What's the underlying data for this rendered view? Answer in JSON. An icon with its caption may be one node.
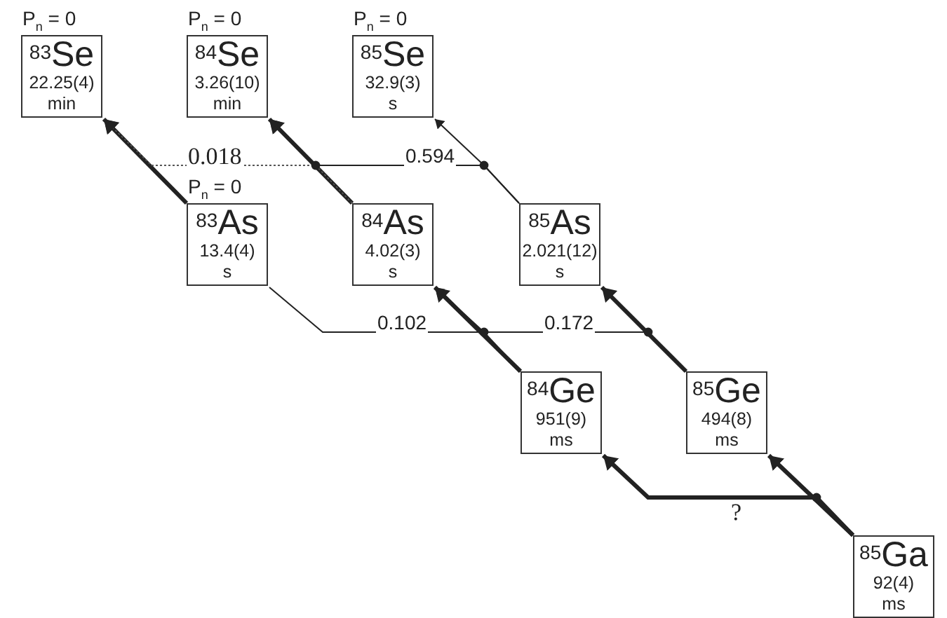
{
  "diagram": {
    "nodes": [
      {
        "text": [
          "$^{83}$Se",
          "22.25(4) min"
        ],
        "beside": [
          "P$_{n}$ = 0"
        ]
      },
      {
        "text": [
          "$^{84}$Se",
          "3.26(10) min"
        ],
        "beside": [
          "P$_{n}$ = 0"
        ]
      },
      {
        "text": [
          "$^{85}$Se",
          "32.9(3) s"
        ],
        "beside": [
          "P$_{n}$ = 0"
        ]
      },
      {
        "text": [
          "$^{83}$As",
          "13.4(4) s"
        ],
        "beside": [
          "P$_{n}$ = 0"
        ]
      },
      {
        "text": [
          "$^{84}$As",
          "4.02(3) s"
        ]
      },
      {
        "text": [
          "$^{85}$As",
          "2.021(12) s"
        ]
      },
      {
        "text": [
          "$^{84}$Ge",
          "951(9) ms"
        ]
      },
      {
        "text": [
          "$^{85}$Ge",
          "494(8) ms"
        ]
      },
      {
        "text": [
          "$^{85}$Ga",
          "92(4) ms"
        ]
      }
    ],
    "edges": [
      {
        "from": 3,
        "to": 0,
        "arrow": "to"
      },
      {
        "from": 4,
        "to": 1,
        "arrow": "to"
      },
      {
        "from": 5,
        "to": 2,
        "arrow": "to"
      },
      {
        "from": 5,
        "to": 1,
        "arrow": "to",
        "label": "0.594"
      },
      {
        "from": 4,
        "to": 0,
        "arrow": "to",
        "label": "0.018",
        "style": "dashed"
      },
      {
        "from": 6,
        "to": 4,
        "arrow": "to"
      },
      {
        "from": 6,
        "to": 3,
        "arrow": "none",
        "label": "0.102"
      },
      {
        "from": 7,
        "to": 5,
        "arrow": "to"
      },
      {
        "from": 7,
        "to": 4,
        "arrow": "to",
        "label": "0.172"
      },
      {
        "from": 8,
        "to": 7,
        "arrow": "to"
      },
      {
        "from": 8,
        "to": 6,
        "arrow": "to",
        "label": "?"
      }
    ]
  }
}
